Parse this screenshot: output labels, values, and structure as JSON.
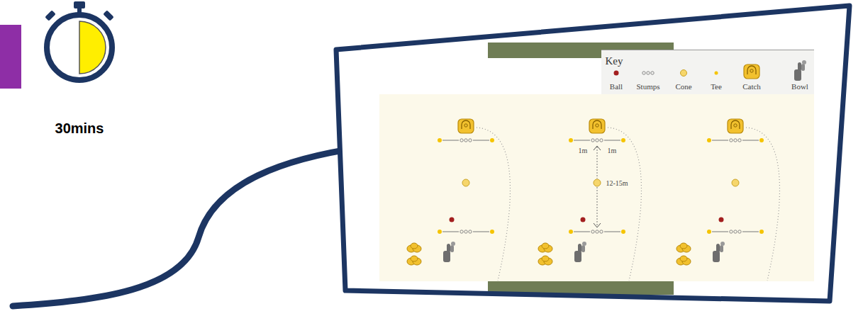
{
  "diagram": {
    "labels": [
      "30mins",
      "Key",
      "1m",
      "1m",
      "12-15m"
    ],
    "legend": [
      {
        "text": "Ball",
        "color": "#a31f1f"
      },
      {
        "text": "Stumps"
      },
      {
        "text": "Cone"
      },
      {
        "text": "Tee",
        "color": "#f5c400"
      },
      {
        "text": "Catch"
      },
      {
        "text": "Bowl"
      }
    ]
  }
}
